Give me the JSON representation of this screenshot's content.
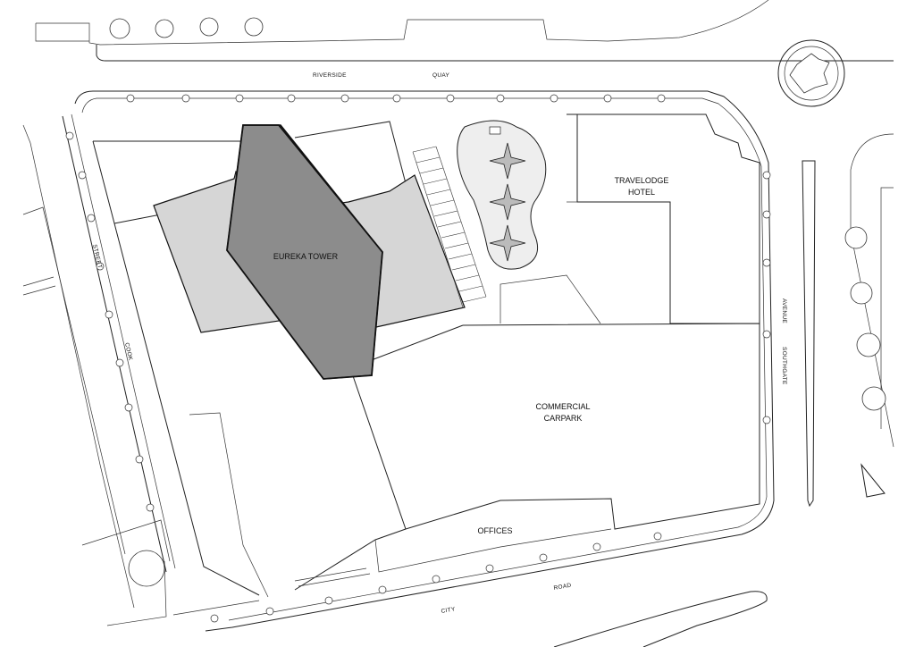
{
  "labels": {
    "eureka_tower": "EUREKA TOWER",
    "travelodge_line1": "TRAVELODGE",
    "travelodge_line2": "HOTEL",
    "carpark_line1": "COMMERCIAL",
    "carpark_line2": "CARPARK",
    "offices": "OFFICES"
  },
  "streets": {
    "riverside": "RIVERSIDE",
    "quay": "QUAY",
    "cook": "COOK",
    "street": "STREET",
    "southgate": "SOUTHGATE",
    "avenue": "AVENUE",
    "city": "CITY",
    "road": "ROAD"
  },
  "colors": {
    "tower": "#8c8c8c",
    "podium": "#d6d6d6",
    "lines": "#222222",
    "background": "#ffffff"
  }
}
